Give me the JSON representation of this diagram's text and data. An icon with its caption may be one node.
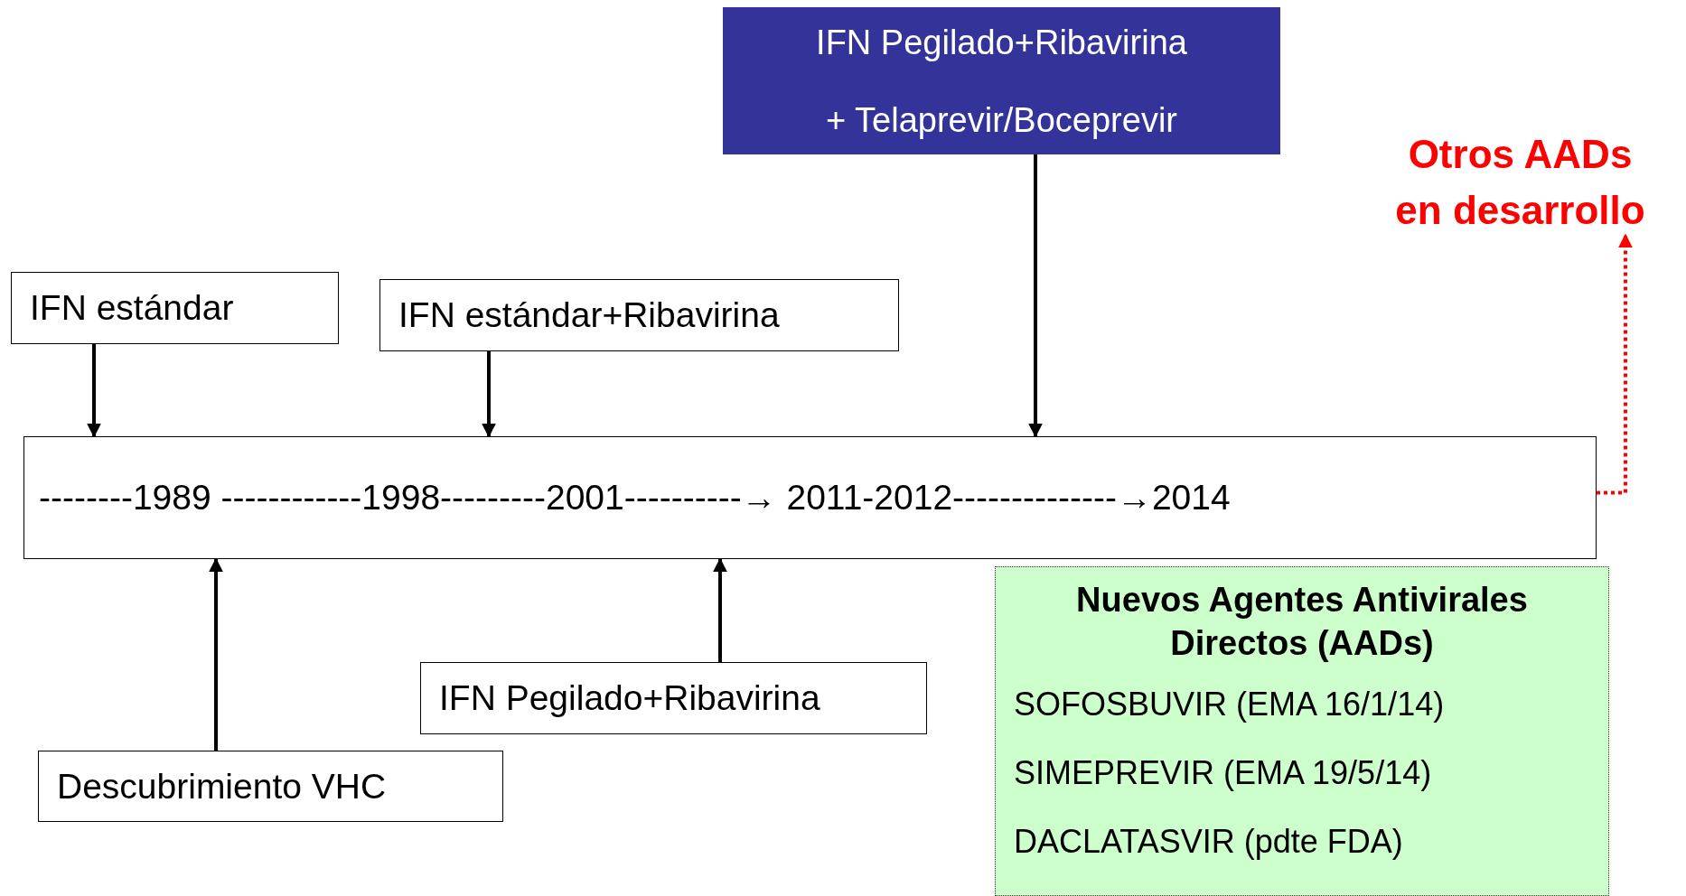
{
  "diagram": {
    "nodes": [
      {
        "text": [
          "IFN Pegilado+Ribavirina + Telaprevir/Boceprevir"
        ]
      },
      {
        "text": [
          "Otros AADs en desarrollo"
        ]
      },
      {
        "text": [
          "IFN estándar"
        ]
      },
      {
        "text": [
          "IFN estándar+Ribavirina"
        ]
      },
      {
        "text": [
          "--------1989 ------------1998---------2001----------→ 2011-2012--------------→2014"
        ]
      },
      {
        "text": [
          "IFN Pegilado+Ribavirina"
        ]
      },
      {
        "text": [
          "Descubrimiento VHC"
        ]
      },
      {
        "text": [
          "Nuevos Agentes Antivirales Directos (AADs)",
          "SOFOSBUVIR (EMA 16/1/14)",
          "SIMEPREVIR (EMA 19/5/14)",
          "DACLATASVIR (pdte FDA)"
        ]
      }
    ],
    "edges": [
      {
        "from": 2,
        "to": 4,
        "arrow": "to"
      },
      {
        "from": 3,
        "to": 4,
        "arrow": "to"
      },
      {
        "from": 0,
        "to": 4,
        "arrow": "to"
      },
      {
        "from": 6,
        "to": 4,
        "arrow": "to"
      },
      {
        "from": 5,
        "to": 4,
        "arrow": "to"
      },
      {
        "from": 4,
        "to": 1,
        "arrow": "to",
        "style": "dashed",
        "color": "#ff0000"
      }
    ]
  }
}
